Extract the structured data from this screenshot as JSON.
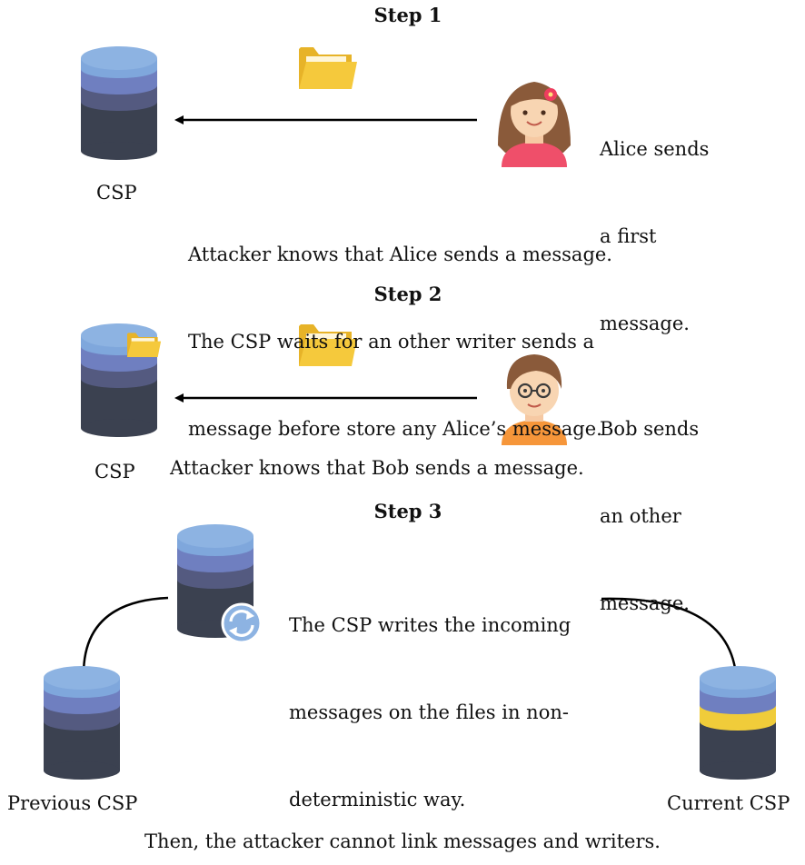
{
  "steps": {
    "step1": {
      "title": "Step 1",
      "actor_text": [
        "Alice sends",
        "a first",
        "message."
      ],
      "server_label": "CSP",
      "note": [
        "Attacker knows that Alice sends a message.",
        "The CSP waits for an other writer sends a",
        "message before store any Alice’s message."
      ]
    },
    "step2": {
      "title": "Step 2",
      "actor_text": [
        "Bob sends",
        "an other",
        "message."
      ],
      "server_label": "CSP",
      "note": [
        "Attacker knows that Bob sends a message."
      ]
    },
    "step3": {
      "title": "Step 3",
      "note": [
        "The CSP writes the incoming",
        "messages on the files in non-",
        "deterministic way."
      ],
      "left_label": "Previous CSP",
      "right_label": "Current CSP"
    }
  },
  "conclusion": "Then, the attacker cannot link messages and writers.",
  "colors": {
    "db_top": "#7fa7dc",
    "db_mid": "#6f7fc0",
    "db_low": "#545a80",
    "db_base": "#3b4150",
    "folder": "#f5c93c",
    "db_highlight": "#f0cc3a"
  },
  "icons": [
    "database-icon",
    "folder-icon",
    "alice-avatar-icon",
    "bob-avatar-icon",
    "sync-icon"
  ]
}
